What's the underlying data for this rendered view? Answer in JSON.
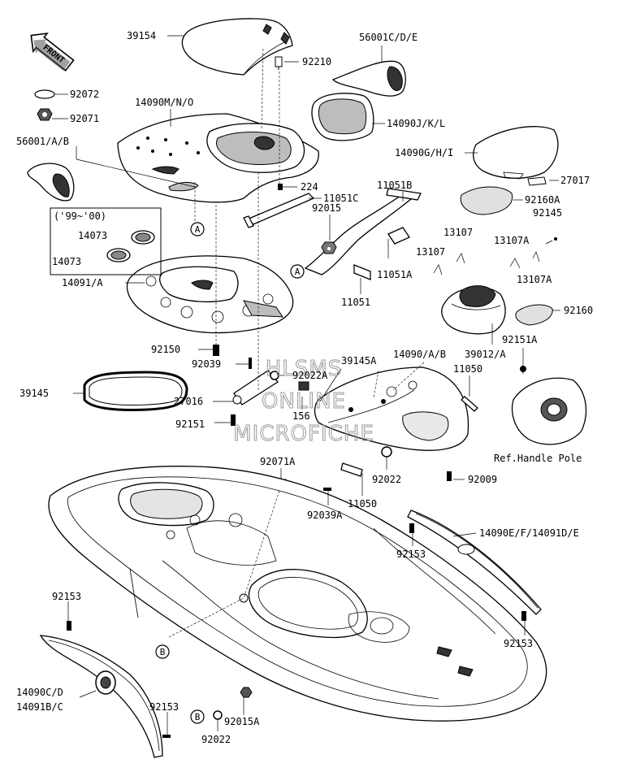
{
  "front_label": "FRONT",
  "labels": {
    "p39154": "39154",
    "p56001cde": "56001C/D/E",
    "p92210": "92210",
    "p92072": "92072",
    "p92071": "92071",
    "p14090mno": "14090M/N/O",
    "p14090jkl": "14090J/K/L",
    "p56001ab": "56001/A/B",
    "p14090ghi": "14090G/H/I",
    "p27017": "27017",
    "p224": "224",
    "p11051c": "11051C",
    "p11051b": "11051B",
    "p92160a": "92160A",
    "p92145": "92145",
    "p_years": "('99~'00)",
    "p14073a": "14073",
    "p14073b": "14073",
    "p92015": "92015",
    "p13107a": "13107",
    "p13107b": "13107",
    "p13107aa": "13107A",
    "p13107ab": "13107A",
    "p11051a": "11051A",
    "p14091a": "14091/A",
    "p11051": "11051",
    "p92160": "92160",
    "p92150": "92150",
    "p92151a": "92151A",
    "p14090ab": "14090/A/B",
    "p39012a": "39012/A",
    "p92039": "92039",
    "p39145a": "39145A",
    "p92022a": "92022A",
    "p11050a": "11050",
    "p39145": "39145",
    "p27016": "27016",
    "p156": "156",
    "p92151": "92151",
    "p_ref": "Ref.Handle Pole",
    "p92071a": "92071A",
    "p92022a2": "92022",
    "p92009": "92009",
    "p11050b": "11050",
    "p92039a": "92039A",
    "p14090ef": "14090E/F/14091D/E",
    "p92153a": "92153",
    "p92153b": "92153",
    "p92153c": "92153",
    "p92153d": "92153",
    "p14090cd": "14090C/D",
    "p14091bc": "14091B/C",
    "p92015a": "92015A",
    "p92022b": "92022",
    "callout_a": "A",
    "callout_b": "B"
  },
  "watermark": [
    "HLSMS",
    "ONLINE",
    "MICROFICHE"
  ]
}
